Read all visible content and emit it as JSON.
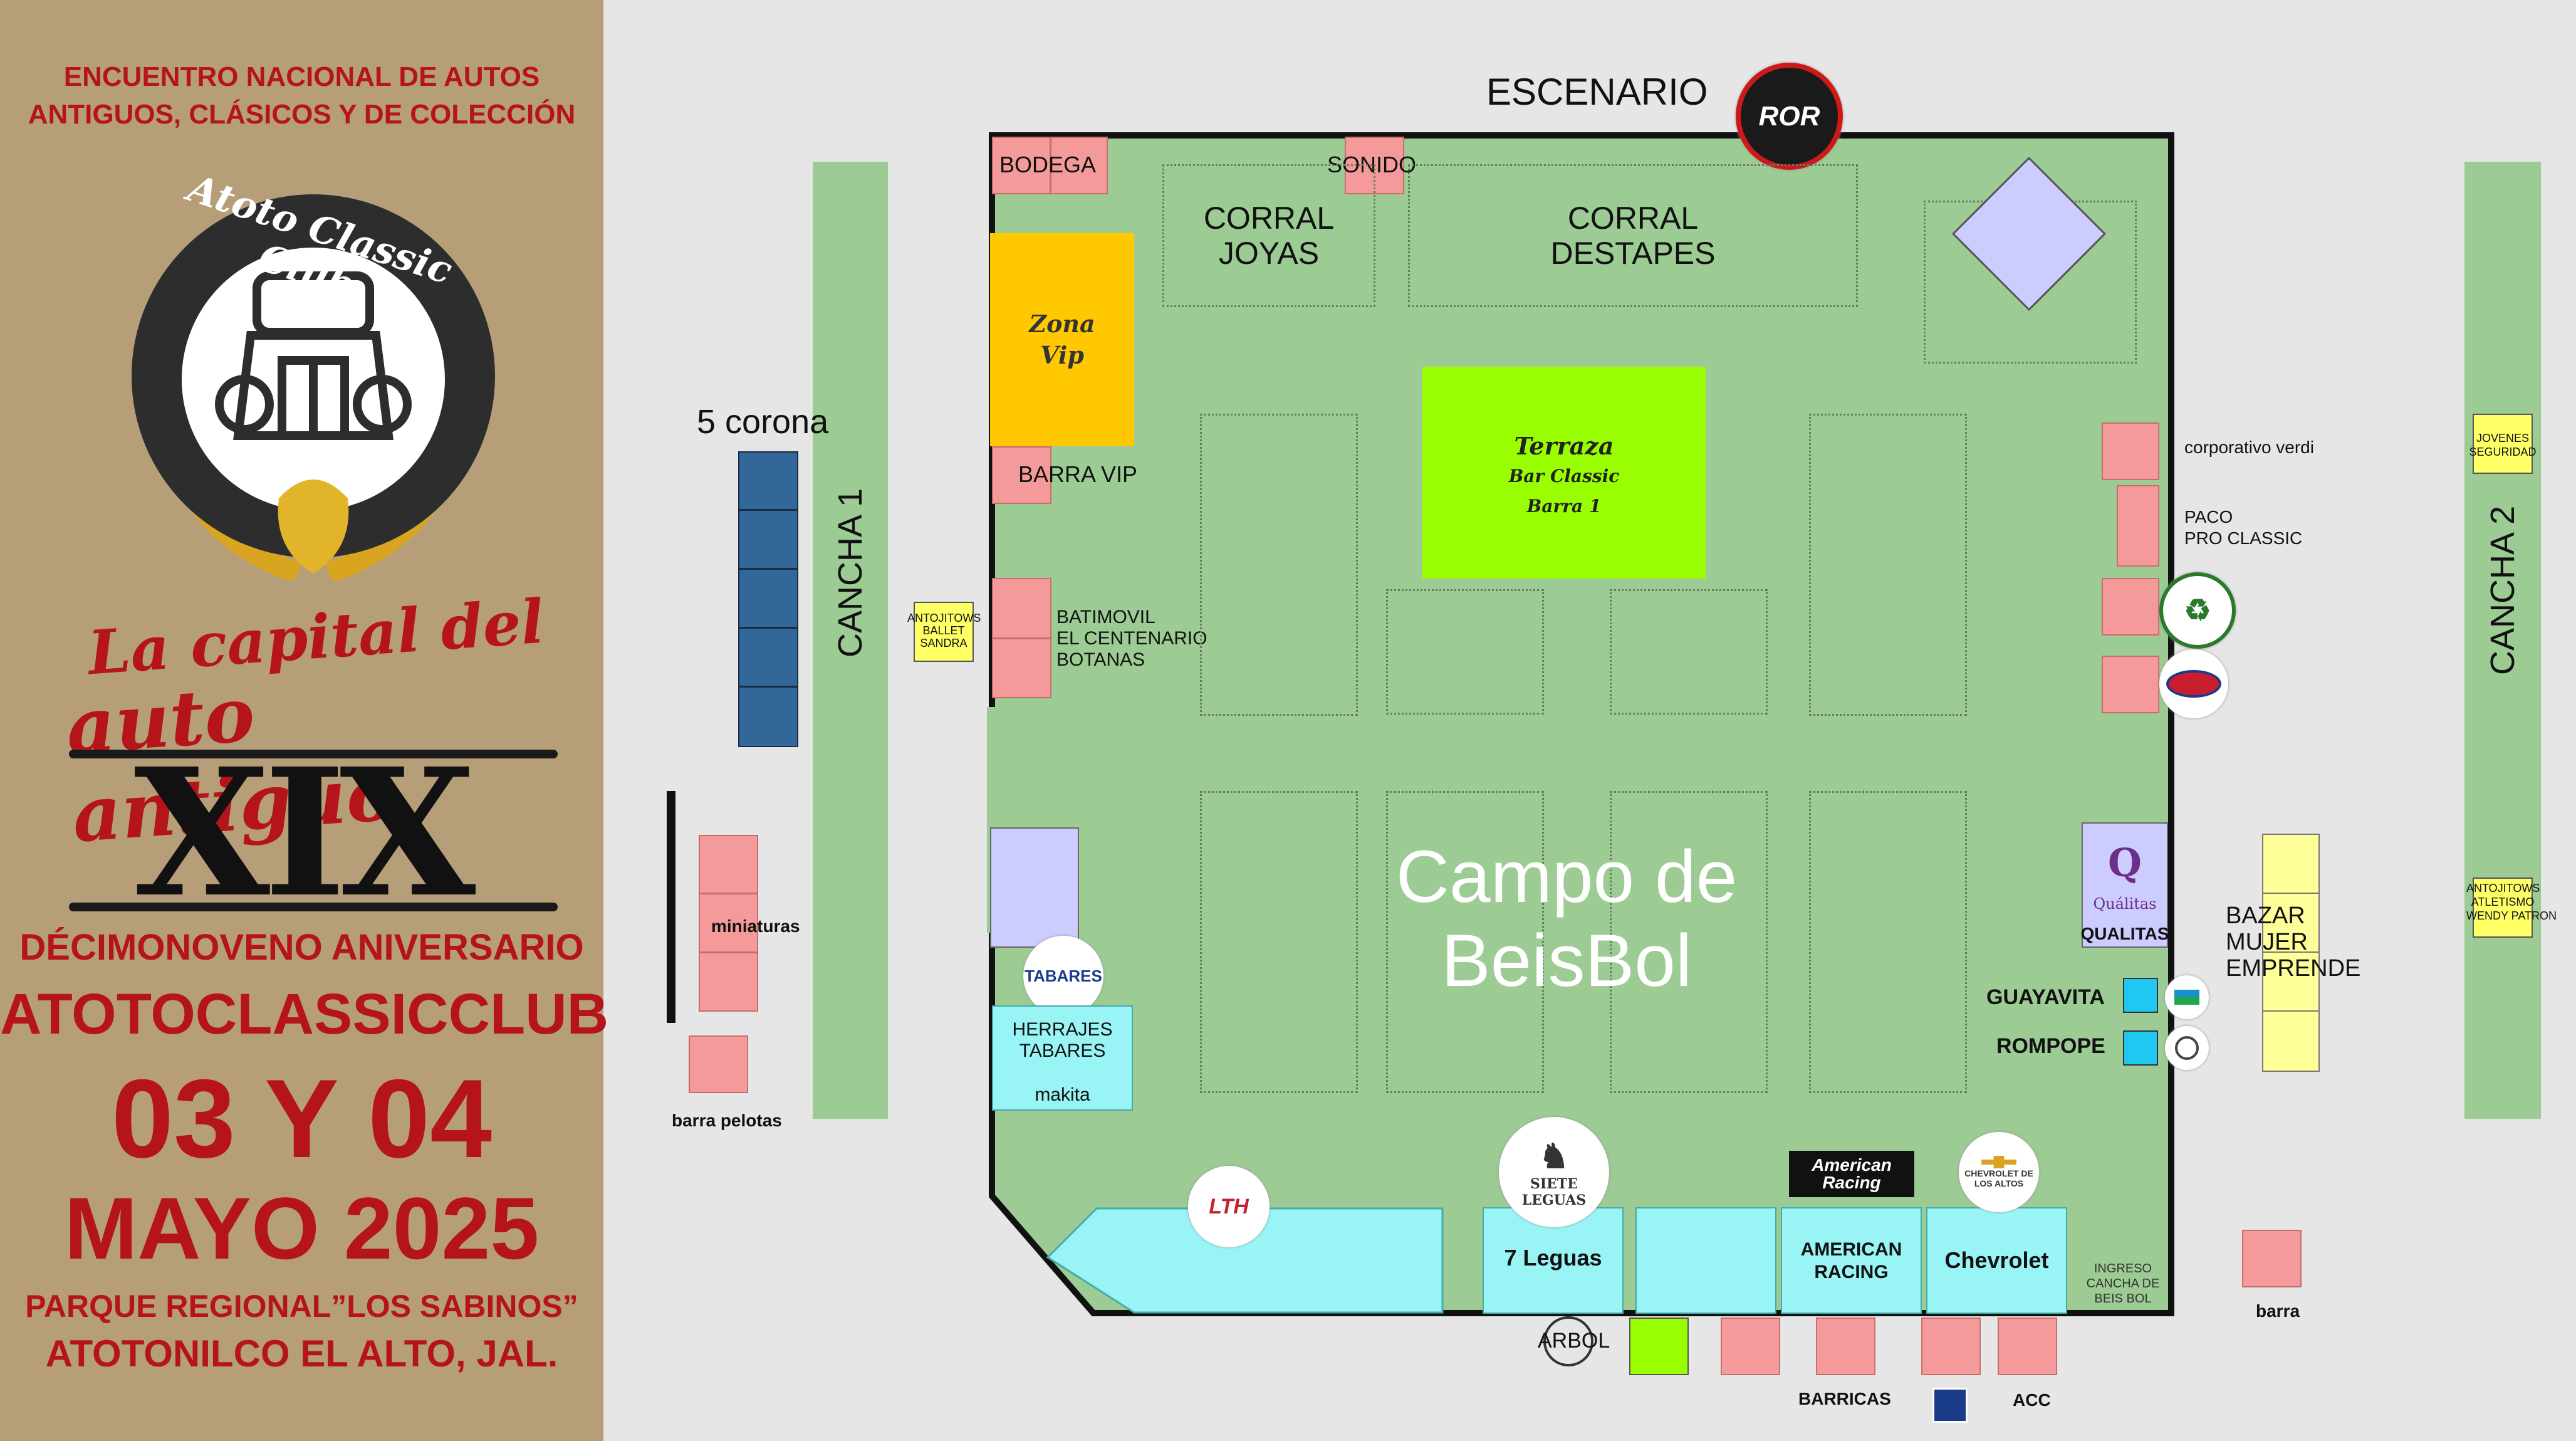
{
  "sidebar": {
    "heading_line1": "ENCUENTRO NACIONAL DE AUTOS",
    "heading_line2": "ANTIGUOS, CLÁSICOS Y DE COLECCIÓN",
    "club_logo_text": "Atoto Classic Club",
    "slogan_line1": "La capital del",
    "slogan_line2": "auto antiguo",
    "edition_numeral": "XIX",
    "anniversary": "DÉCIMONOVENO ANIVERSARIO",
    "club_handle": "ATOTOCLASSICCLUB",
    "date_line1": "03 Y 04",
    "date_line2": "MAYO 2025",
    "venue": "PARQUE REGIONAL”LOS SABINOS”",
    "city": "ATOTONILCO EL ALTO, JAL."
  },
  "map": {
    "escenario": "ESCENARIO",
    "escenario_logo": "ROR",
    "bodega": "BODEGA",
    "sonido": "SONIDO",
    "corral_joyas_1": "CORRAL",
    "corral_joyas_2": "JOYAS",
    "corral_destapes_1": "CORRAL",
    "corral_destapes_2": "DESTAPES",
    "zona_vip_1": "Zona",
    "zona_vip_2": "Vip",
    "barra_vip": "BARRA VIP",
    "terraza_1": "Terraza",
    "terraza_2": "Bar Classic",
    "terraza_3": "Barra 1",
    "batimovil_1": "BATIMOVIL",
    "batimovil_2": "EL CENTENARIO",
    "batimovil_3": "BOTANAS",
    "antojitos_ballet_1": "ANTOJITOWS",
    "antojitos_ballet_2": "BALLET",
    "antojitos_ballet_3": "SANDRA",
    "cinco_corona": "5 corona",
    "cancha1": "CANCHA 1",
    "cancha2": "CANCHA 2",
    "miniaturas": "miniaturas",
    "barra_pelotas": "barra pelotas",
    "tabares_logo": "TABARES",
    "herrajes_1": "HERRAJES",
    "herrajes_2": "TABARES",
    "makita": "makita",
    "campo_1": "Campo de",
    "campo_2": "BeisBol",
    "corporativo": "corporativo verdi",
    "paco_1": "PACO",
    "paco_2": "PRO CLASSIC",
    "qualitas_logo": "Quálitas",
    "qualitas": "QUALITAS",
    "guayavita": "GUAYAVITA",
    "rompope": "ROMPOPE",
    "bazar_1": "BAZAR",
    "bazar_2": "MUJER",
    "bazar_3": "EMPRENDE",
    "jovenes_1": "JOVENES",
    "jovenes_2": "SEGURIDAD",
    "antojitos_atletismo_1": "ANTOJITOWS",
    "antojitos_atletismo_2": "ATLETISMO",
    "antojitos_atletismo_3": "WENDY PATRON",
    "lth_logo": "LTH",
    "siete_leguas_logo": "SIETE LEGUAS",
    "siete_leguas": "7 Leguas",
    "american_logo": "American Racing",
    "american_1": "AMERICAN",
    "american_2": "RACING",
    "chevrolet_logo": "CHEVROLET DE LOS ALTOS",
    "chevrolet": "Chevrolet",
    "ingreso_1": "INGRESO",
    "ingreso_2": "CANCHA DE",
    "ingreso_3": "BEIS BOL",
    "arbol": "ARBOL",
    "barricas": "BARRICAS",
    "acc": "ACC",
    "barra": "barra"
  },
  "colors": {
    "sidebar_bg": "#b69e78",
    "accent_red": "#b4141a",
    "field_green": "#9ccb94",
    "vip_yellow": "#ffc800",
    "terraza_green": "#99ff00",
    "booth_pink": "#f59a9a",
    "booth_cyan": "#99f5f5",
    "lavender": "#ccccff",
    "bazar_yellow": "#ffff99",
    "dark_blue": "#336699"
  }
}
